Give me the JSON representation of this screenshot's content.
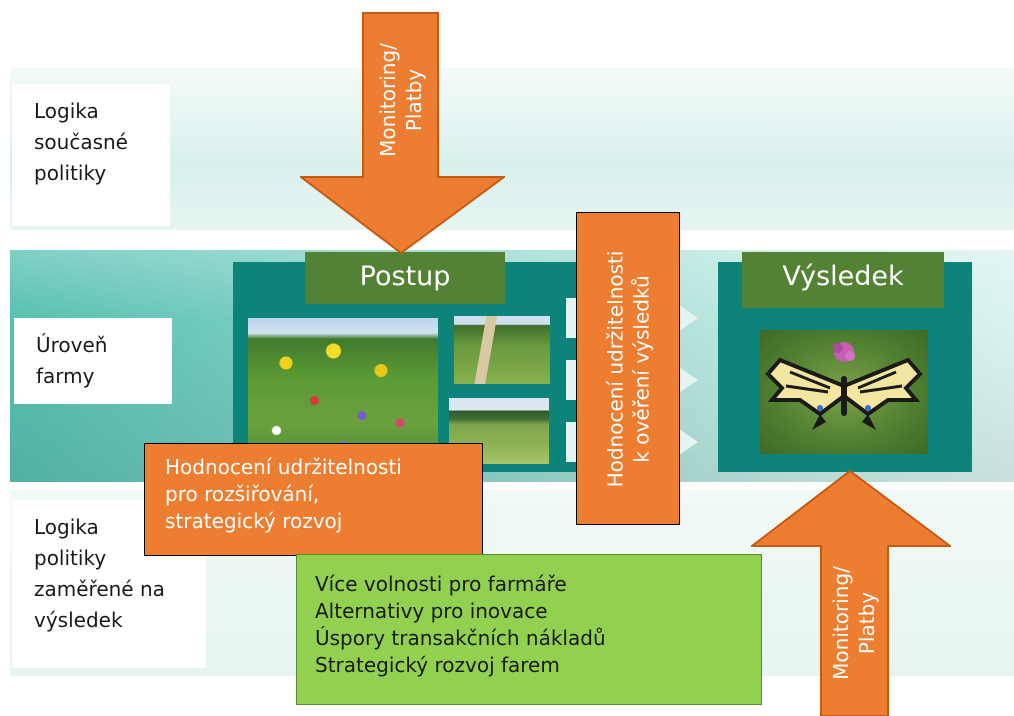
{
  "rows": {
    "current_policy": [
      "Logika",
      "současné",
      "politiky"
    ],
    "farm_level": [
      "Úroveň",
      "farmy"
    ],
    "result_policy": [
      "Logika",
      "politiky",
      "zaměřené na",
      "výsledek"
    ]
  },
  "process": {
    "title": "Postup"
  },
  "result": {
    "title": "Výsledek"
  },
  "arrow_top": {
    "lines": [
      "Monitoring/",
      "Platby"
    ]
  },
  "arrow_bottom": {
    "lines": [
      "Monitoring/",
      "Platby"
    ]
  },
  "assessment_vertical": {
    "lines": [
      "Hodnocení udržitelnosti",
      "k ověření výsledků"
    ]
  },
  "assessment_box": {
    "lines": [
      "Hodnocení udržitelnosti",
      "pro rozšiřování,",
      "strategický rozvoj"
    ]
  },
  "benefits": {
    "lines": [
      "Více volnosti pro farmáře",
      "Alternativy pro inovace",
      "Úspory transakčních nákladů",
      "Strategický rozvoj farem"
    ]
  },
  "colors": {
    "orange": "#ed7d31",
    "dark_green": "#548235",
    "light_green": "#92d050",
    "teal": "#0d8479"
  }
}
